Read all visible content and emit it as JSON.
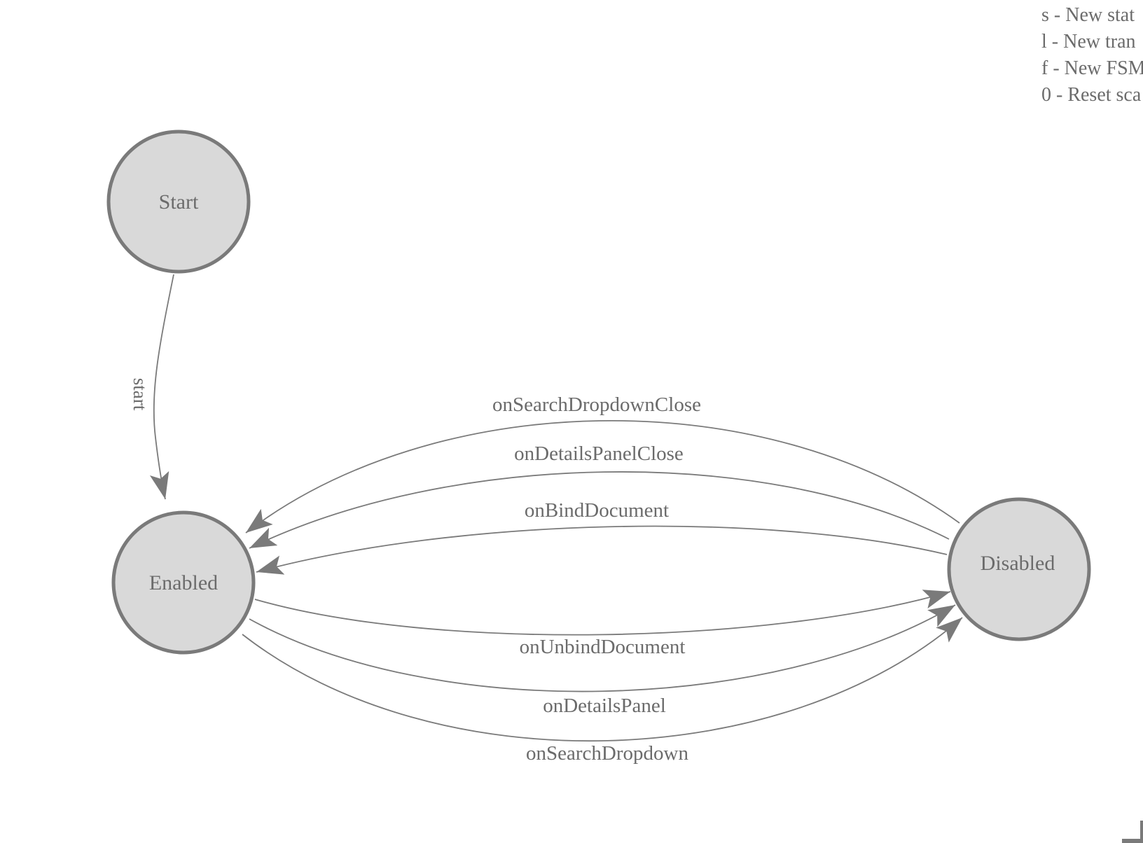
{
  "legend": {
    "items": [
      "s - New stat",
      "l - New tran",
      "f - New FSM",
      "0 - Reset sca"
    ]
  },
  "diagram": {
    "states": [
      {
        "id": "start",
        "label": "Start"
      },
      {
        "id": "enabled",
        "label": "Enabled"
      },
      {
        "id": "disabled",
        "label": "Disabled"
      }
    ],
    "transitions": [
      {
        "label": "start",
        "from": "Start",
        "to": "Enabled"
      },
      {
        "label": "onSearchDropdownClose",
        "from": "Disabled",
        "to": "Enabled"
      },
      {
        "label": "onDetailsPanelClose",
        "from": "Disabled",
        "to": "Enabled"
      },
      {
        "label": "onBindDocument",
        "from": "Disabled",
        "to": "Enabled"
      },
      {
        "label": "onUnbindDocument",
        "from": "Enabled",
        "to": "Disabled"
      },
      {
        "label": "onDetailsPanel",
        "from": "Enabled",
        "to": "Disabled"
      },
      {
        "label": "onSearchDropdown",
        "from": "Enabled",
        "to": "Disabled"
      }
    ]
  },
  "colors": {
    "background": "#ffffff",
    "state_fill": "#d9d9d9",
    "state_stroke": "#7a7a7a",
    "edge_stroke": "#7a7a7a",
    "arrowhead": "#7a7a7a",
    "text": "#6b6b6b"
  }
}
